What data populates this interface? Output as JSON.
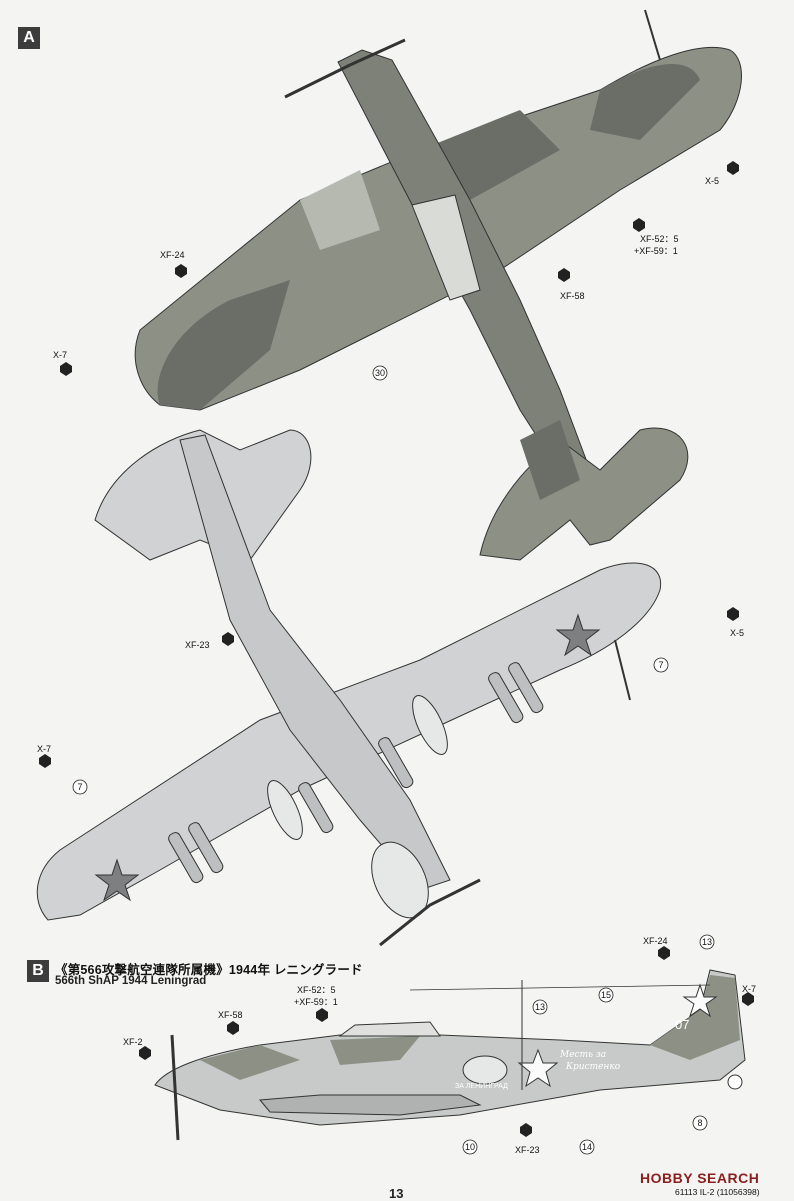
{
  "section_a": {
    "badge": "A"
  },
  "section_b": {
    "badge": "B",
    "title_jp": "《第566攻撃航空連隊所属機》1944年 レニングラード",
    "title_en": "566th ShAP 1944 Leningrad"
  },
  "colors": {
    "upper_green": "#8c9085",
    "upper_brown": "#6a6e67",
    "lower_blue": "#d0d2d3",
    "line": "#333333",
    "star_red": "#7d7f80"
  },
  "labels_a": {
    "x5_top": "X-5",
    "xf52_top": "XF-52：5",
    "xf59_top": "+XF-59：1",
    "xf58_top": "XF-58",
    "xf24_top": "XF-24",
    "x7_top": "X-7",
    "num30": "30",
    "xf23_mid": "XF-23",
    "x5_mid": "X-5",
    "num7_right": "7",
    "x7_left": "X-7",
    "num7_left": "7"
  },
  "labels_b": {
    "xf24": "XF-24",
    "num13_top": "13",
    "xf7": "X-7",
    "num15": "15",
    "num13_mid": "13",
    "xf52": "XF-52：5",
    "xf59": "+XF-59：1",
    "xf58": "XF-58",
    "xf2": "XF-2",
    "num10": "10",
    "xf23": "XF-23",
    "num14": "14",
    "num8": "8",
    "tail_number": "07",
    "slogan_line1": "Месть за",
    "slogan_line2": "Кристенко",
    "emblem_text": "ЗА ЛЕНИНГРАД"
  },
  "footer": {
    "page_number": "13",
    "ref": "61113 IL-2 (11056398)",
    "watermark": "HOBBY SEARCH"
  }
}
